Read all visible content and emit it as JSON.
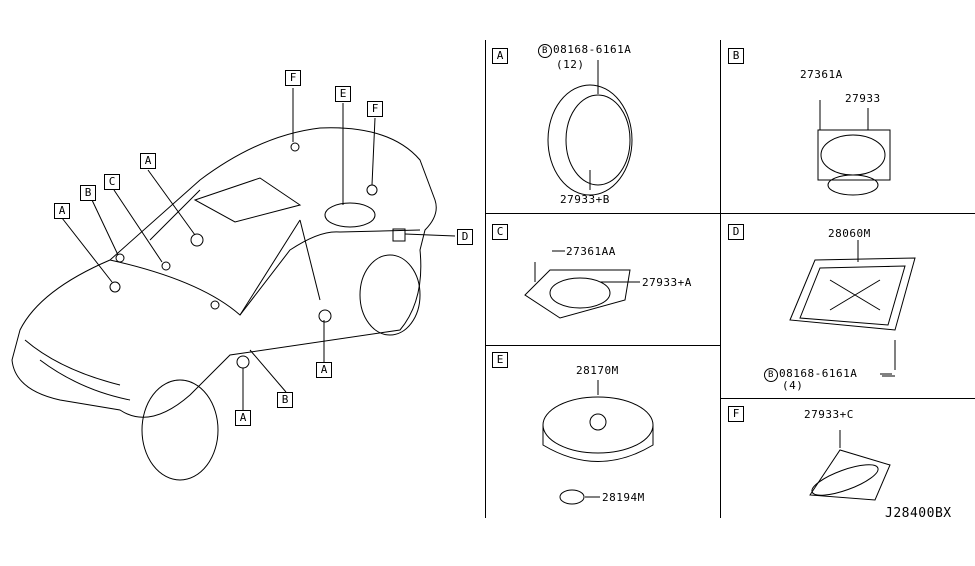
{
  "car_callouts": [
    "A",
    "B",
    "C",
    "A",
    "F",
    "E",
    "F",
    "D",
    "A",
    "A",
    "B"
  ],
  "panels": {
    "A": {
      "label": "A",
      "bolt_marker": "B",
      "bolt_part": "08168-6161A",
      "bolt_qty": "(12)",
      "part": "27933+B"
    },
    "B": {
      "label": "B",
      "part1": "27361A",
      "part2": "27933"
    },
    "C": {
      "label": "C",
      "part1": "27361AA",
      "part2": "27933+A"
    },
    "D": {
      "label": "D",
      "part": "28060M",
      "bolt_marker": "B",
      "bolt_part": "08168-6161A",
      "bolt_qty": "(4)"
    },
    "E": {
      "label": "E",
      "part1": "28170M",
      "part2": "28194M"
    },
    "F": {
      "label": "F",
      "part": "27933+C"
    }
  },
  "diagram_code": "J28400BX"
}
